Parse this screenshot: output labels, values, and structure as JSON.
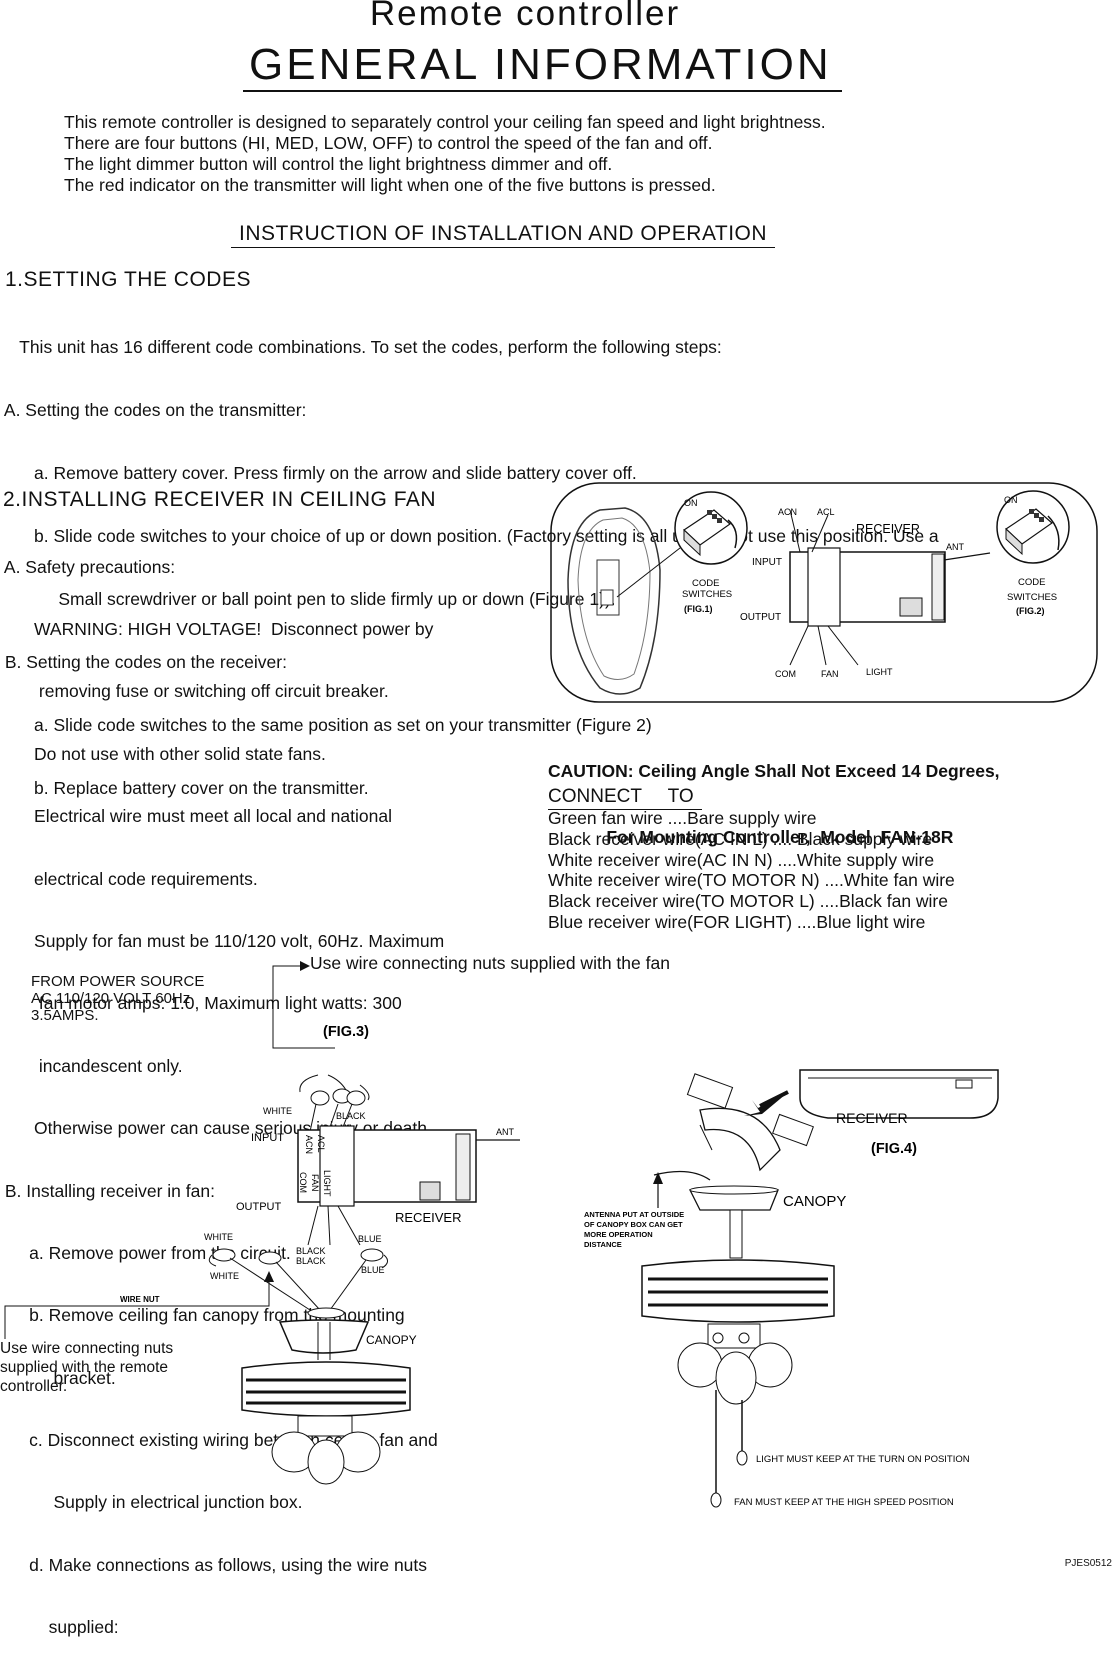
{
  "header": {
    "title": "Remote  controller",
    "subtitle": "GENERAL  INFORMATION"
  },
  "intro": [
    "This remote controller is designed to separately control your ceiling fan speed and light brightness.",
    "There are four buttons (HI, MED, LOW, OFF) to control the speed of the fan  and off.",
    "The light dimmer button will control the light brightness dimmer and off.",
    "The red indicator on the transmitter will light when one of the five  buttons is pressed."
  ],
  "instruction_heading": "INSTRUCTION OF INSTALLATION AND OPERATION",
  "section1": {
    "heading": "1.SETTING THE CODES",
    "lines": [
      "    This unit has 16 different code combinations. To set the codes, perform the following steps:",
      " A. Setting the codes on the transmitter:",
      "       a. Remove battery cover. Press firmly on the arrow and slide battery cover off.",
      "       b. Slide code switches to your choice of up or down position. (Factory setting is all up. Do not use this position. Use a",
      "            Small screwdriver or ball point pen to slide firmly up or down (Figure 1)).",
      " B. Setting the codes on the receiver:",
      "       a. Slide code switches to the same position as set on your transmitter (Figure 2)",
      "       b. Replace battery cover on the transmitter."
    ]
  },
  "section2": {
    "heading": "2.INSTALLING RECEIVER IN CEILING FAN",
    "lines": [
      " A. Safety precautions:",
      "       WARNING: HIGH VOLTAGE!  Disconnect power by",
      "        removing fuse or switching off circuit breaker.",
      "       Do not use with other solid state fans.",
      "       Electrical wire must meet all local and national",
      "       electrical code requirements.",
      "       Supply for fan must be 110/120 volt, 60Hz. Maximum",
      "        fan motor amps: 1.0, Maximum light watts: 300",
      "        incandescent only.",
      "       Otherwise power can cause serious injury or death.",
      " B. Installing receiver in fan:",
      "      a. Remove power from the circuit.",
      "      b. Remove ceiling fan canopy from the mounting",
      "           bracket.",
      "      c. Disconnect existing wiring between ceiling fan and",
      "           Supply in electrical junction box.",
      "      d. Make connections as follows, using the wire nuts",
      "          supplied:"
    ]
  },
  "caution": {
    "line1": "CAUTION: Ceiling Angle Shall Not Exceed 14 Degrees,",
    "line2": "            For Mounting Controller,  Model  FAN-18R"
  },
  "connect": {
    "heading": "CONNECT     TO",
    "lines": [
      "Green fan wire ....Bare supply wire",
      "Black receiver wire(AC IN L) .... Black  supply wire",
      "White receiver wire(AC IN N) ....White supply wire",
      "White receiver wire(TO MOTOR N) ....White fan wire",
      "Black receiver wire(TO MOTOR L) ....Black fan wire",
      "Blue receiver wire(FOR LIGHT) ....Blue light wire"
    ]
  },
  "fig12": {
    "on1": "ON",
    "on2": "ON",
    "acn": "ACN",
    "acl": "ACL",
    "receiver": "RECEIVER",
    "ant": "ANT",
    "input": "INPUT",
    "output": "OUTPUT",
    "code1": "CODE",
    "switches1": "SWITCHES",
    "fig1": "(FIG.1)",
    "code2": "CODE",
    "switches2": "SWITCHES",
    "fig2": "(FIG.2)",
    "com": "COM",
    "fan": "FAN",
    "light": "LIGHT"
  },
  "fig3": {
    "source": [
      "FROM POWER SOURCE",
      "AC 110/120 VOLT 60Hz",
      "3.5AMPS."
    ],
    "use_wire_fan": "Use wire connecting nuts supplied  with the fan",
    "fig3": "(FIG.3)",
    "white_top": "WHITE",
    "black_top": "BLACK",
    "input": "INPUT",
    "ant": "ANT",
    "acn": "ACN",
    "acl": "ACL",
    "com": "COM",
    "fan": "FAN",
    "light": "LIGHT",
    "output": "OUTPUT",
    "receiver": "RECEIVER",
    "white_b1": "WHITE",
    "white_b2": "WHITE",
    "black_b1": "BLACK",
    "black_b2": "BLACK",
    "blue_b1": "BLUE",
    "blue_b2": "BLUE",
    "wire_nut": "WIRE NUT",
    "canopy": "CANOPY",
    "use_wire_remote": [
      "Use wire connecting nuts",
      "supplied with the remote",
      "controller."
    ]
  },
  "fig4": {
    "receiver": "RECEIVER",
    "fig4": "(FIG.4)",
    "canopy": "CANOPY",
    "antenna": [
      "ANTENNA PUT AT OUTSIDE",
      "OF CANOPY BOX CAN GET",
      "MORE OPERATION",
      "DISTANCE"
    ],
    "light_note": "LIGHT MUST KEEP AT THE TURN ON POSITION",
    "fan_note": "FAN MUST KEEP AT THE HIGH SPEED POSITION"
  },
  "footer_code": "PJES0512"
}
